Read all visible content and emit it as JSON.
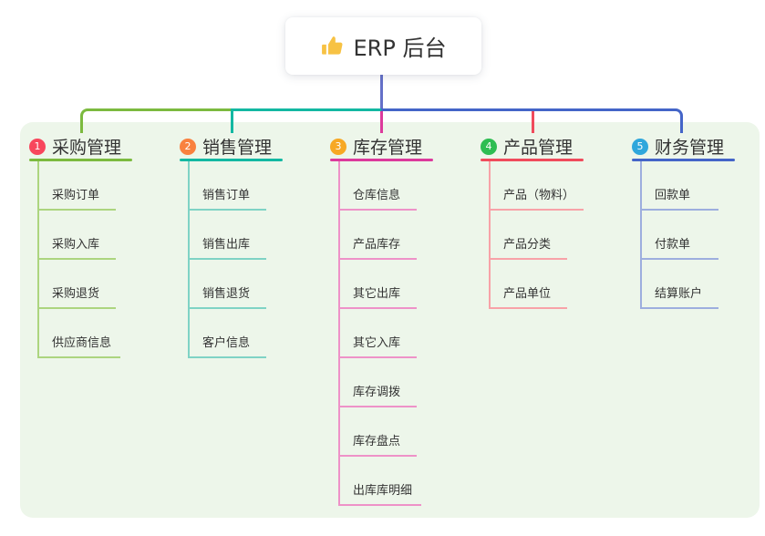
{
  "root": {
    "title": "ERP 后台",
    "icon": "thumbs-up-icon"
  },
  "colors": {
    "page_bg": "#FFFFFF",
    "panel_bg": "#EDF6EA",
    "root_line": "#6470C8",
    "text": "#333333",
    "thumb_icon": "#F7C244"
  },
  "branches": [
    {
      "number": "1",
      "label": "采购管理",
      "badge_color": "#F8465C",
      "line_color": "#7CBA3F",
      "child_line_color": "#ACD57F",
      "children": [
        "采购订单",
        "采购入库",
        "采购退货",
        "供应商信息"
      ]
    },
    {
      "number": "2",
      "label": "销售管理",
      "badge_color": "#F9813F",
      "line_color": "#13B8A2",
      "child_line_color": "#7FD3C5",
      "children": [
        "销售订单",
        "销售出库",
        "销售退货",
        "客户信息"
      ]
    },
    {
      "number": "3",
      "label": "库存管理",
      "badge_color": "#F7A824",
      "line_color": "#DC3A9C",
      "child_line_color": "#EE92C8",
      "children": [
        "仓库信息",
        "产品库存",
        "其它出库",
        "其它入库",
        "库存调拨",
        "库存盘点",
        "出库库明细"
      ]
    },
    {
      "number": "4",
      "label": "产品管理",
      "badge_color": "#2EBD52",
      "line_color": "#F04B5C",
      "child_line_color": "#F8A2A8",
      "children": [
        "产品（物料）",
        "产品分类",
        "产品单位"
      ]
    },
    {
      "number": "5",
      "label": "财务管理",
      "badge_color": "#2FA7DC",
      "line_color": "#4465C8",
      "child_line_color": "#9DAEDE",
      "children": [
        "回款单",
        "付款单",
        "结算账户"
      ]
    }
  ]
}
